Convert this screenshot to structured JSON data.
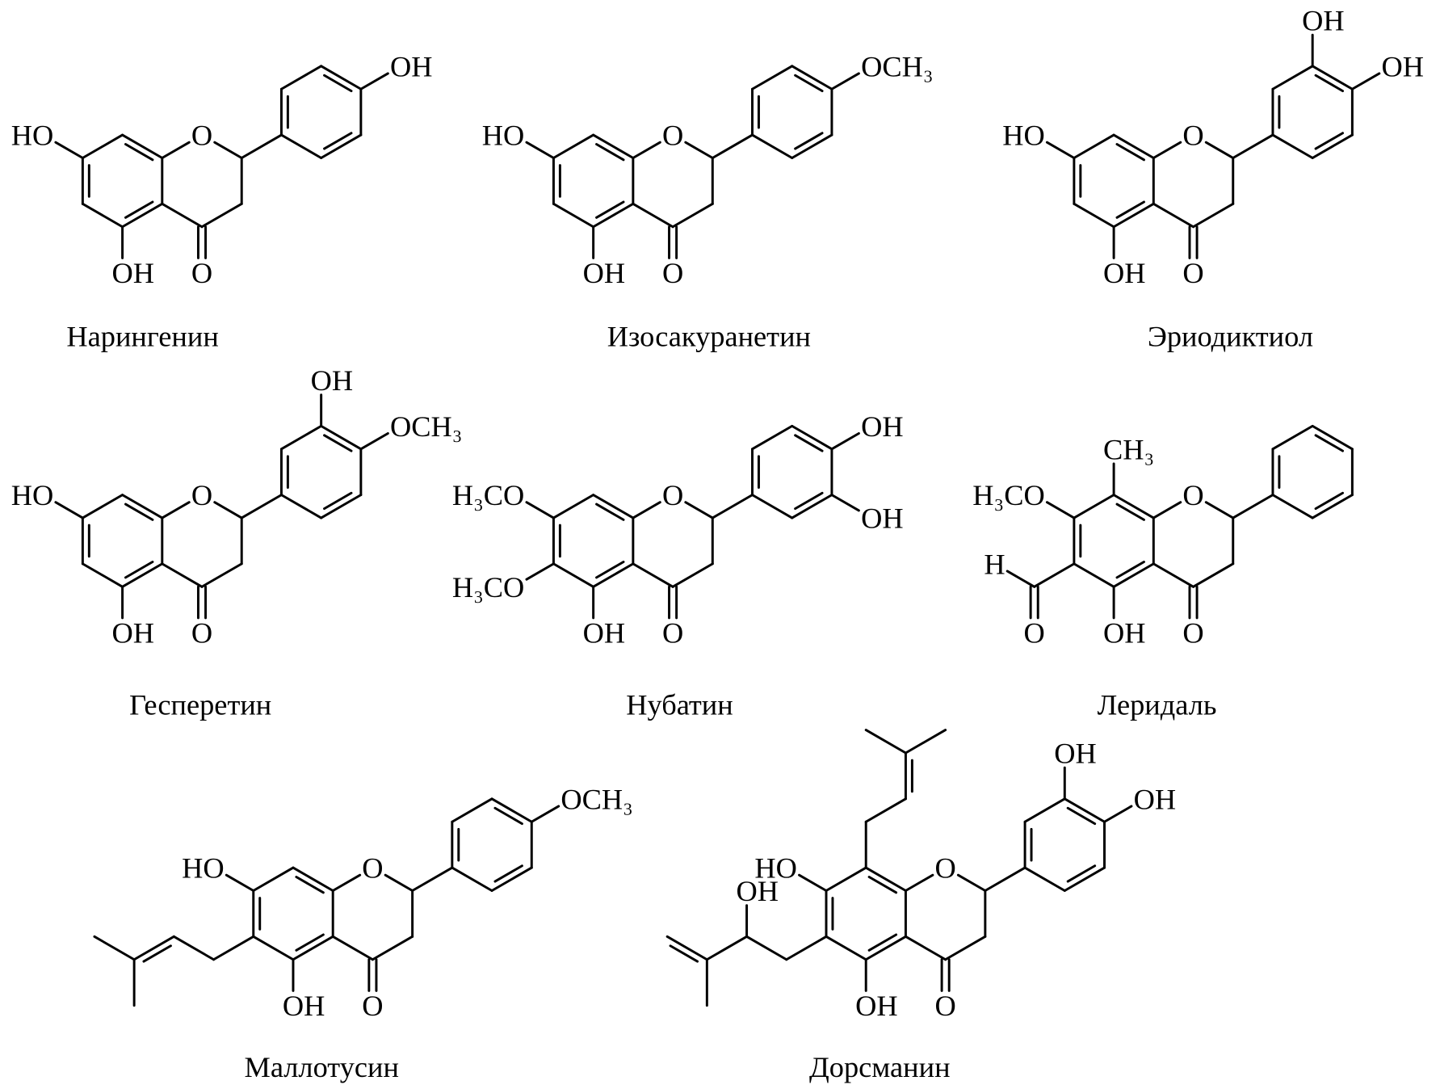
{
  "molecules": [
    {
      "name": "Нарингенин",
      "labels": {
        "O1": "O",
        "O4": "O",
        "O5": "OH",
        "O7": "HO",
        "O4p": "OH"
      }
    },
    {
      "name": "Изосакуранетин",
      "labels": {
        "O1": "O",
        "O4": "O",
        "O5": "OH",
        "O7": "HO",
        "O4p": "OCH₃"
      }
    },
    {
      "name": "Эриодиктиол",
      "labels": {
        "O1": "O",
        "O4": "O",
        "O5": "OH",
        "O7": "HO",
        "O3p": "OH",
        "O4p": "OH"
      }
    },
    {
      "name": "Гесперетин",
      "labels": {
        "O1": "O",
        "O4": "O",
        "O5": "OH",
        "O7": "HO",
        "O3p": "OH",
        "O4p": "OCH₃"
      }
    },
    {
      "name": "Нубатин",
      "labels": {
        "O1": "O",
        "O4": "O",
        "O5": "OH",
        "O7": "H₃CO",
        "O6": "H₃CO",
        "O4p": "OH",
        "O5p": "OH"
      }
    },
    {
      "name": "Леридаль",
      "labels": {
        "O1": "O",
        "O4": "O",
        "O5": "OH",
        "O7": "H₃CO",
        "C8m": "CH₃",
        "CHOH": "H",
        "CHOO": "O"
      }
    },
    {
      "name": "Маллотусин",
      "labels": {
        "O1": "O",
        "O4": "O",
        "O5": "OH",
        "O7": "HO",
        "O4p": "OCH₃"
      }
    },
    {
      "name": "Дорсманин",
      "labels": {
        "O1": "O",
        "O4": "O",
        "O5": "OH",
        "O7": "HO",
        "SOH": "OH",
        "O3p": "OH",
        "O4p": "OH"
      }
    }
  ]
}
